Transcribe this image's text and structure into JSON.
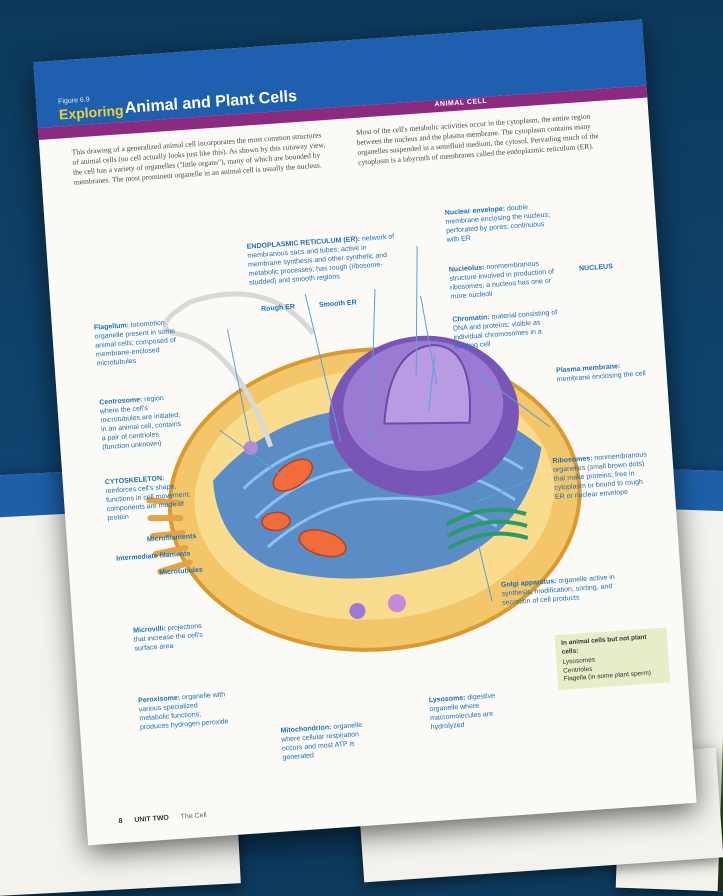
{
  "figure_label": "Figure 6.9",
  "exploring_label": "Exploring",
  "title": "Animal and Plant Cells",
  "section_label": "ANIMAL CELL",
  "intro_col1": "This drawing of a generalized animal cell incorporates the most common structures of animal cells (no cell actually looks just like this). As shown by this cutaway view, the cell has a variety of organelles (\"little organs\"), many of which are bounded by membranes. The most prominent organelle in an animal cell is usually the nucleus.",
  "intro_col2": "Most of the cell's metabolic activities occur in the cytoplasm, the entire region between the nucleus and the plasma membrane. The cytoplasm contains many organelles suspended in a semifluid medium, the cytosol. Pervading much of the cytoplasm is a labyrinth of membranes called the endoplasmic reticulum (ER).",
  "labels": {
    "er": {
      "name": "ENDOPLASMIC RETICULUM (ER):",
      "desc": "network of membranous sacs and tubes; active in membrane synthesis and other synthetic and metabolic processes; has rough (ribosome-studded) and smooth regions"
    },
    "rough_er": "Rough ER",
    "smooth_er": "Smooth ER",
    "flagellum": {
      "name": "Flagellum:",
      "desc": "locomotion organelle present in some animal cells; composed of membrane-enclosed microtubules"
    },
    "centrosome": {
      "name": "Centrosome:",
      "desc": "region where the cell's microtubules are initiated; in an animal cell, contains a pair of centrioles (function unknown)"
    },
    "cytoskeleton": {
      "name": "CYTOSKELETON:",
      "desc": "reinforces cell's shape, functions in cell movement; components are made of protein"
    },
    "microfilaments": "Microfilaments",
    "intermediate": "Intermediate filaments",
    "microtubules": "Microtubules",
    "microvilli": {
      "name": "Microvilli:",
      "desc": "projections that increase the cell's surface area"
    },
    "peroxisome": {
      "name": "Peroxisome:",
      "desc": "organelle with various specialized metabolic functions; produces hydrogen peroxide"
    },
    "mitochondrion": {
      "name": "Mitochondrion:",
      "desc": "organelle where cellular respiration occurs and most ATP is generated"
    },
    "lysosome": {
      "name": "Lysosome:",
      "desc": "digestive organelle where macromolecules are hydrolyzed"
    },
    "golgi": {
      "name": "Golgi apparatus:",
      "desc": "organelle active in synthesis, modification, sorting, and secretion of cell products"
    },
    "ribosomes": {
      "name": "Ribosomes:",
      "desc": "nonmembranous organelles (small brown dots) that make proteins; free in cytoplasm or bound to rough ER or nuclear envelope"
    },
    "plasma": {
      "name": "Plasma membrane:",
      "desc": "membrane enclosing the cell"
    },
    "envelope": {
      "name": "Nuclear envelope:",
      "desc": "double membrane enclosing the nucleus; perforated by pores; continuous with ER"
    },
    "nucleolus": {
      "name": "Nucleolus:",
      "desc": "nonmembranous structure involved in production of ribosomes; a nucleus has one or more nucleoli"
    },
    "chromatin": {
      "name": "Chromatin:",
      "desc": "material consisting of DNA and proteins; visible as individual chromosomes in a dividing cell"
    },
    "nucleus": "NUCLEUS"
  },
  "callout": {
    "heading": "In animal cells but not plant cells:",
    "items": [
      "Lysosomes",
      "Centrioles",
      "Flagella (in some plant sperm)"
    ]
  },
  "footer": {
    "page": "8",
    "unit": "UNIT TWO",
    "chapter": "The Cell"
  },
  "colors": {
    "top_bar": "#1e5fb0",
    "accent_bar": "#8b2a7e",
    "label_blue": "#1c6fb6",
    "callout_bg": "#e8edc9"
  }
}
